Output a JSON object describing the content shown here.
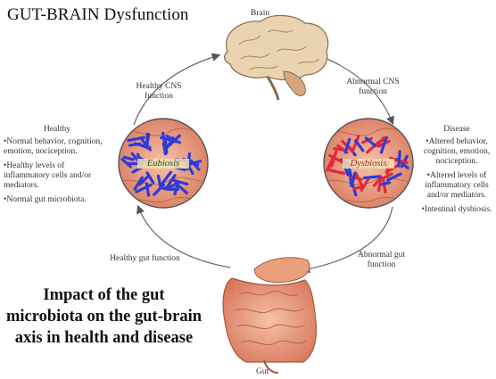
{
  "title": "GUT-BRAIN Dysfunction",
  "brain_label": "Brain",
  "gut_label": "Gut",
  "arrows": {
    "healthy_cns": "Healthy CNS function",
    "abnormal_cns": "Abnormal CNS function",
    "healthy_gut": "Healthy gut function",
    "abnormal_gut": "Abnormal gut function"
  },
  "healthy": {
    "heading": "Healthy",
    "items": [
      "Normal behavior, cognition, emotion, nociception.",
      "Healthy levels of inflammatory cells and/or mediators.",
      "Normal gut microbiota."
    ],
    "circle_label": "Eubiosis"
  },
  "disease": {
    "heading": "Disease",
    "items": [
      "Altered behavior, cognition, emotion, nociception.",
      "Altered levels of inflammatory cells and/or mediators.",
      "Intestinal dysbiosis."
    ],
    "circle_label": "Dysbiosis"
  },
  "subtitle": "Impact of the gut microbiota on the gut-brain axis in health and disease",
  "colors": {
    "healthy_bacteria": "#2e3bd6",
    "disease_bacteria": "#e0283c",
    "tissue": "#e8937a",
    "brain": "#ead3b0"
  }
}
